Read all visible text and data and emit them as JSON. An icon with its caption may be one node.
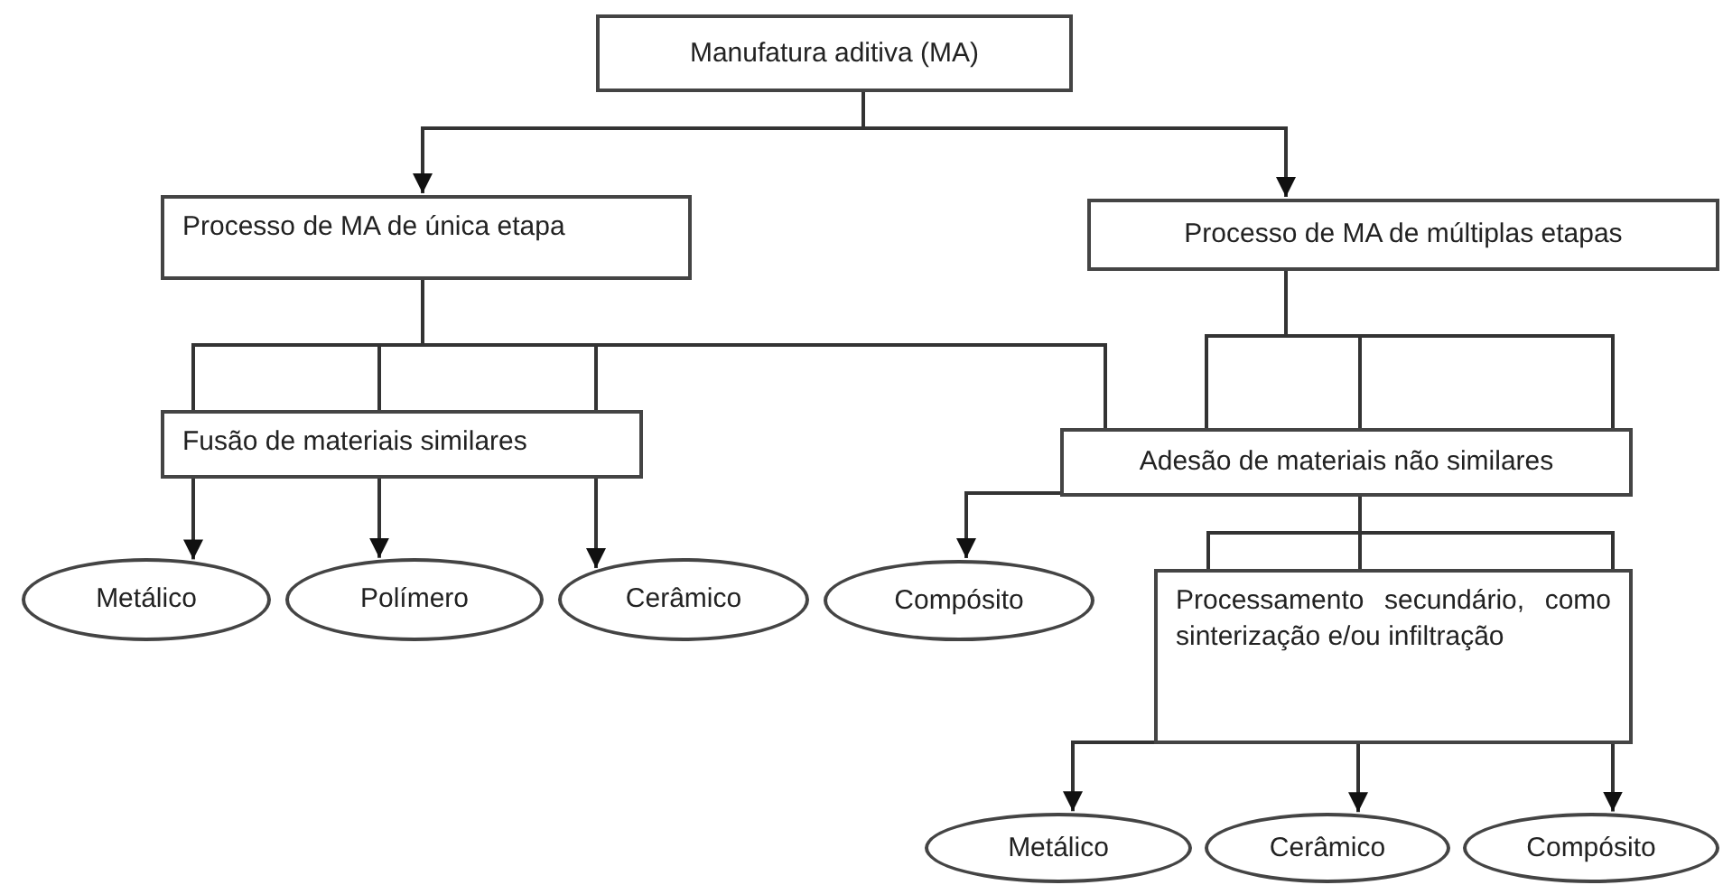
{
  "diagram": {
    "nodes": [
      {
        "text": [
          "Manufatura aditiva (MA)"
        ]
      },
      {
        "text": [
          "Processo de MA de única etapa"
        ]
      },
      {
        "text": [
          "Processo de MA de múltiplas etapas"
        ]
      },
      {
        "text": [
          "Fusão de materiais similares"
        ]
      },
      {
        "text": [
          "Adesão de materiais não similares"
        ]
      },
      {
        "text": [
          "Metálico"
        ]
      },
      {
        "text": [
          "Polímero"
        ]
      },
      {
        "text": [
          "Cerâmico"
        ]
      },
      {
        "text": [
          "Compósito"
        ]
      },
      {
        "text": [
          "Processamento secundário, como sinterização e/ou infiltração"
        ]
      },
      {
        "text": [
          "Metálico"
        ]
      },
      {
        "text": [
          "Cerâmico"
        ]
      },
      {
        "text": [
          "Compósito"
        ]
      }
    ],
    "edges": [
      {
        "from": 0,
        "to": 1,
        "arrow": "to"
      },
      {
        "from": 0,
        "to": 2,
        "arrow": "to"
      },
      {
        "from": 1,
        "to": 3,
        "arrow": "none"
      },
      {
        "from": 1,
        "to": 4,
        "arrow": "none"
      },
      {
        "from": 2,
        "to": 4,
        "arrow": "none"
      },
      {
        "from": 3,
        "to": 5,
        "arrow": "to"
      },
      {
        "from": 3,
        "to": 6,
        "arrow": "to"
      },
      {
        "from": 3,
        "to": 7,
        "arrow": "to"
      },
      {
        "from": 4,
        "to": 8,
        "arrow": "to"
      },
      {
        "from": 4,
        "to": 9,
        "arrow": "none"
      },
      {
        "from": 9,
        "to": 10,
        "arrow": "to"
      },
      {
        "from": 9,
        "to": 11,
        "arrow": "to"
      },
      {
        "from": 9,
        "to": 12,
        "arrow": "to"
      }
    ]
  }
}
